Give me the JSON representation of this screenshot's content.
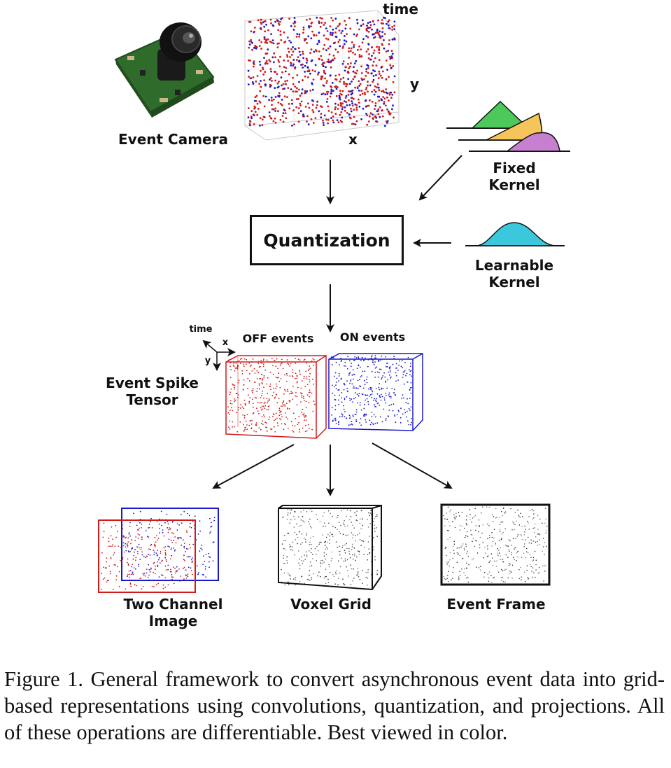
{
  "labels": {
    "event_camera": "Event Camera",
    "axis_time": "time",
    "axis_y": "y",
    "axis_x": "x",
    "fixed_kernel_1": "Fixed",
    "fixed_kernel_2": "Kernel",
    "quantization": "Quantization",
    "learnable_kernel_1": "Learnable",
    "learnable_kernel_2": "Kernel",
    "event_spike_tensor_1": "Event Spike",
    "event_spike_tensor_2": "Tensor",
    "small_time": "time",
    "small_x": "x",
    "small_y": "y",
    "off_events": "OFF events",
    "on_events": "ON events",
    "two_channel_1": "Two Channel",
    "two_channel_2": "Image",
    "voxel_grid": "Voxel Grid",
    "event_frame": "Event Frame"
  },
  "caption": "Figure 1. General framework to convert asynchronous event data into grid-based representations using convolutions, quantization, and projections. All of these operations are differentiable. Best viewed in color.",
  "colors": {
    "on_event": "#1a1acc",
    "off_event": "#d11a1a",
    "kernel_green": "#4cc95a",
    "kernel_yellow": "#f5c45a",
    "kernel_purple": "#c77fd0",
    "kernel_cyan": "#3cc8dc",
    "pcb_green": "#2f6b2a"
  }
}
